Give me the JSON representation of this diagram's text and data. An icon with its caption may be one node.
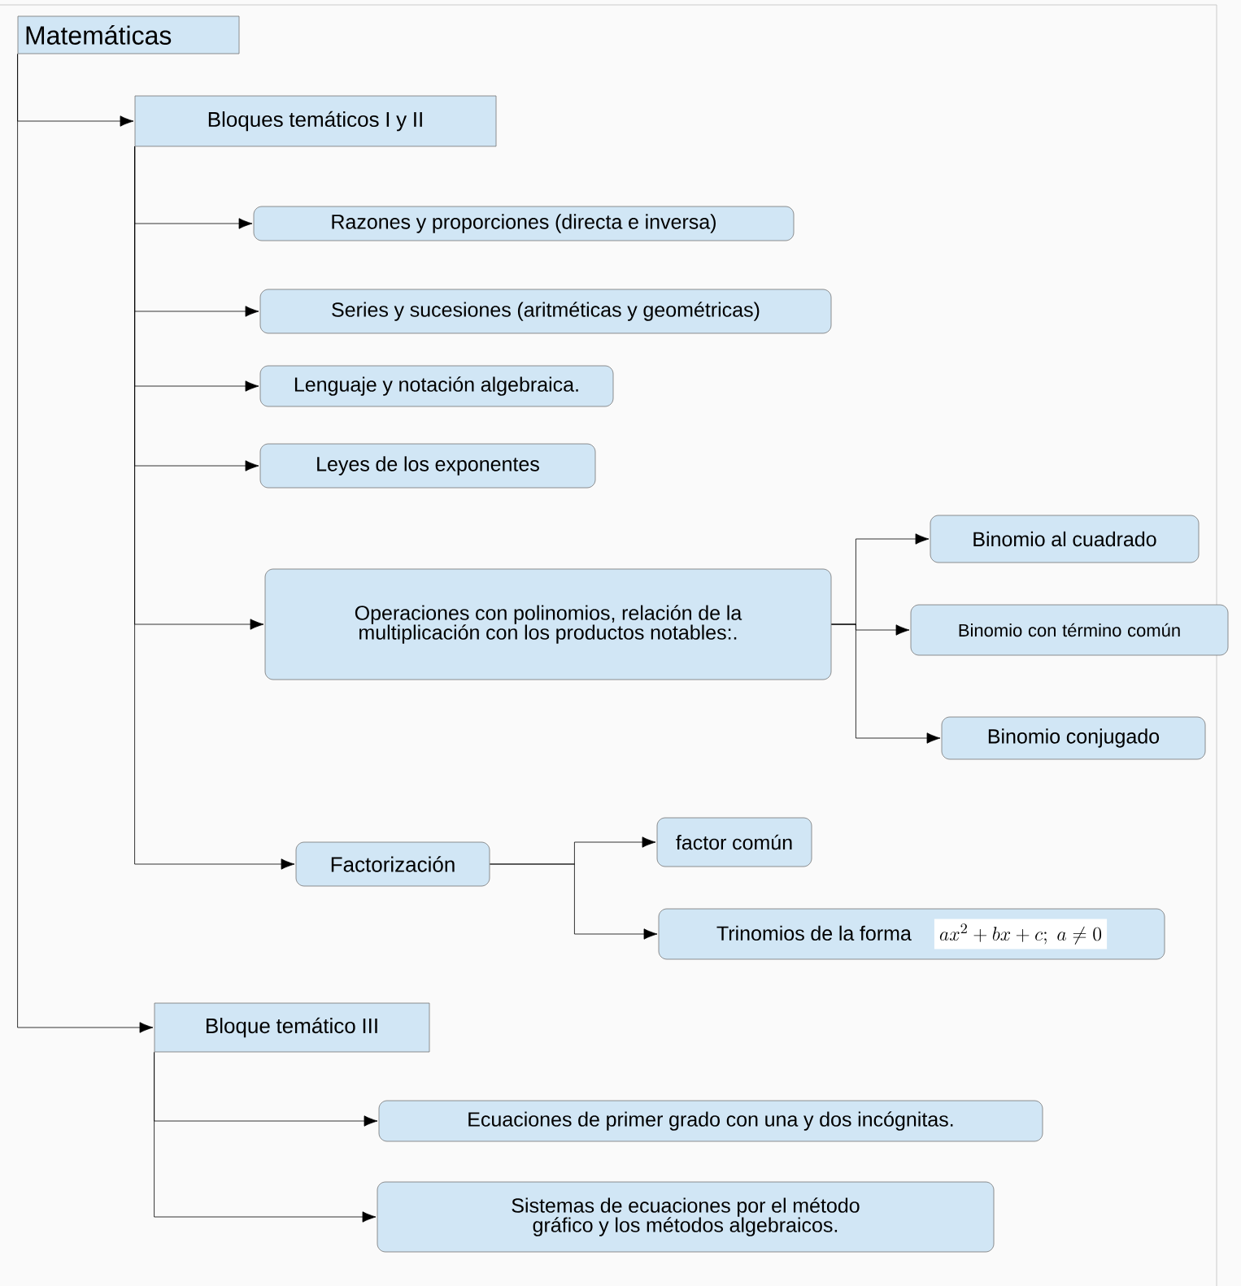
{
  "diagram": {
    "nodes": [
      {
        "text": [
          "Matemáticas"
        ]
      },
      {
        "text": [
          "Bloques temáticos I y II"
        ]
      },
      {
        "text": [
          "Razones y proporciones (directa e inversa)"
        ]
      },
      {
        "text": [
          "Series y sucesiones (aritméticas y geométricas)"
        ]
      },
      {
        "text": [
          "Lenguaje y notación algebraica."
        ]
      },
      {
        "text": [
          "Leyes de los exponentes"
        ]
      },
      {
        "text": [
          "Operaciones con polinomios, relación de la multiplicación con los productos notables:."
        ]
      },
      {
        "text": [
          "Binomio al cuadrado"
        ]
      },
      {
        "text": [
          "Binomio con término común"
        ]
      },
      {
        "text": [
          "Binomio conjugado"
        ]
      },
      {
        "text": [
          "Factorización"
        ]
      },
      {
        "text": [
          "factor común"
        ]
      },
      {
        "text": [
          "Trinomios de la forma",
          "ax^{2}+bx+c;\\ a\\neq 0"
        ]
      },
      {
        "text": [
          "Bloque temático III"
        ]
      },
      {
        "text": [
          "Ecuaciones de primer grado con una y dos incógnitas."
        ]
      },
      {
        "text": [
          "Sistemas de ecuaciones por el método gráfico y los métodos algebraicos."
        ]
      }
    ],
    "edges": [
      {
        "from": 0,
        "to": 1,
        "arrow": "to"
      },
      {
        "from": 1,
        "to": 2,
        "arrow": "to"
      },
      {
        "from": 1,
        "to": 3,
        "arrow": "to"
      },
      {
        "from": 1,
        "to": 4,
        "arrow": "to"
      },
      {
        "from": 1,
        "to": 5,
        "arrow": "to"
      },
      {
        "from": 1,
        "to": 6,
        "arrow": "to"
      },
      {
        "from": 6,
        "to": 7,
        "arrow": "to"
      },
      {
        "from": 6,
        "to": 8,
        "arrow": "to"
      },
      {
        "from": 6,
        "to": 9,
        "arrow": "to"
      },
      {
        "from": 1,
        "to": 10,
        "arrow": "to"
      },
      {
        "from": 10,
        "to": 11,
        "arrow": "to"
      },
      {
        "from": 10,
        "to": 12,
        "arrow": "to"
      },
      {
        "from": 0,
        "to": 13,
        "arrow": "to"
      },
      {
        "from": 13,
        "to": 14,
        "arrow": "to"
      },
      {
        "from": 13,
        "to": 15,
        "arrow": "to"
      }
    ]
  }
}
